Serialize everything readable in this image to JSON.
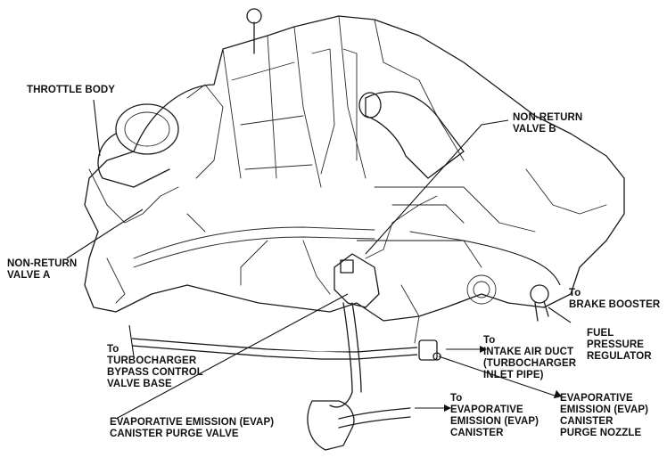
{
  "labels": {
    "throttle_body": [
      "THROTTLE BODY"
    ],
    "non_return_valve_b": [
      "NON-RETURN",
      "VALVE B"
    ],
    "non_return_valve_a": [
      "NON-RETURN",
      "VALVE A"
    ],
    "to_brake_booster": [
      "To",
      "BRAKE BOOSTER"
    ],
    "fuel_pressure_regulator": [
      "FUEL",
      "PRESSURE",
      "REGULATOR"
    ],
    "to_turbocharger_bypass": [
      "To",
      "TURBOCHARGER",
      "BYPASS CONTROL",
      "VALVE BASE"
    ],
    "to_intake_air_duct": [
      "To",
      "INTAKE AIR DUCT",
      "(TURBOCHARGER",
      "INLET PIPE)"
    ],
    "evap_purge_valve": [
      "EVAPORATIVE EMISSION (EVAP)",
      "CANISTER PURGE VALVE"
    ],
    "to_evap_canister": [
      "To",
      "EVAPORATIVE",
      "EMISSION (EVAP)",
      "CANISTER"
    ],
    "evap_purge_nozzle": [
      "EVAPORATIVE",
      "EMISSION (EVAP)",
      "CANISTER",
      "PURGE NOZZLE"
    ]
  }
}
